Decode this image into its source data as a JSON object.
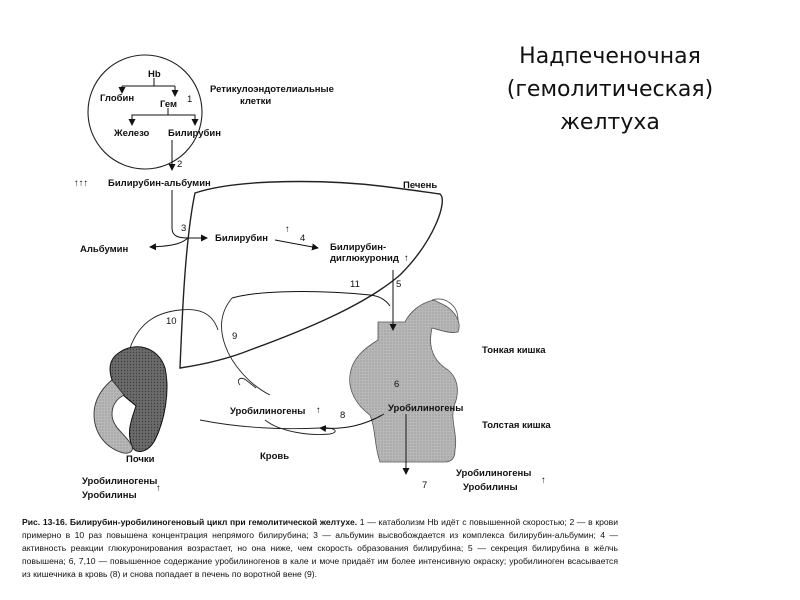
{
  "title": {
    "line1": "Надпеченочная",
    "line2": "(гемолитическая)",
    "line3": "желтуха"
  },
  "diagram": {
    "hb": "Hb",
    "globin": "Глобин",
    "gem": "Гем",
    "iron": "Железо",
    "bilirubin_top": "Билирубин",
    "res_line1": "Ретикулоэндотелиальные",
    "res_line2": "клетки",
    "step1": "1",
    "step2": "2",
    "arrows_up": "↑↑↑",
    "bilirubin_albumin": "Билирубин-альбумин",
    "liver": "Печень",
    "step3": "3",
    "albumin": "Альбумин",
    "bilirubin_liver": "Билирубин",
    "bilirubin_liver_arrow": "↑",
    "step4": "4",
    "diglucuronide_line1": "Билирубин-",
    "diglucuronide_line2": "диглюкуронид",
    "diglucuronide_arrow": "↑",
    "step11": "11",
    "step5": "5",
    "step10": "10",
    "step9": "9",
    "small_intestine": "Тонкая кишка",
    "step6": "6",
    "urobilinogens_intestine": "Уробилиногены",
    "urobilinogens_blood": "Уробилиногены",
    "urobilinogens_blood_arrow": "↑",
    "step8": "8",
    "large_intestine": "Толстая кишка",
    "kidneys": "Почки",
    "blood": "Кровь",
    "urine_urobilinogens": "Уробилиногены",
    "urine_urobilins": "Уробилины",
    "urine_arrow": "↑",
    "feces_urobilinogens": "Уробилиногены",
    "feces_urobilins": "Уробилины",
    "feces_arrow": "↑",
    "step7": "7"
  },
  "caption": {
    "bold": "Рис. 13-16. Билирубин-уробилиногеновый цикл при гемолитической желтухе.",
    "text": " 1 — катаболизм Hb идёт с повышенной скоростью; 2 — в крови примерно в 10 раз повышена концентрация непрямого билирубина; 3 — альбумин высвобождается из комплекса билирубин-альбумин; 4 — активность реакции глюкуронирования возрастает, но она ниже, чем скорость образования билирубина; 5 — секреция билирубина в жёлчь повышена; 6, 7,10 — повышенное содержание уробилиногенов в кале и моче придаёт им более интенсивную окраску; уробилиноген всасывается из кишечника в кровь (8) и снова попадает в печень по воротной вене (9)."
  }
}
